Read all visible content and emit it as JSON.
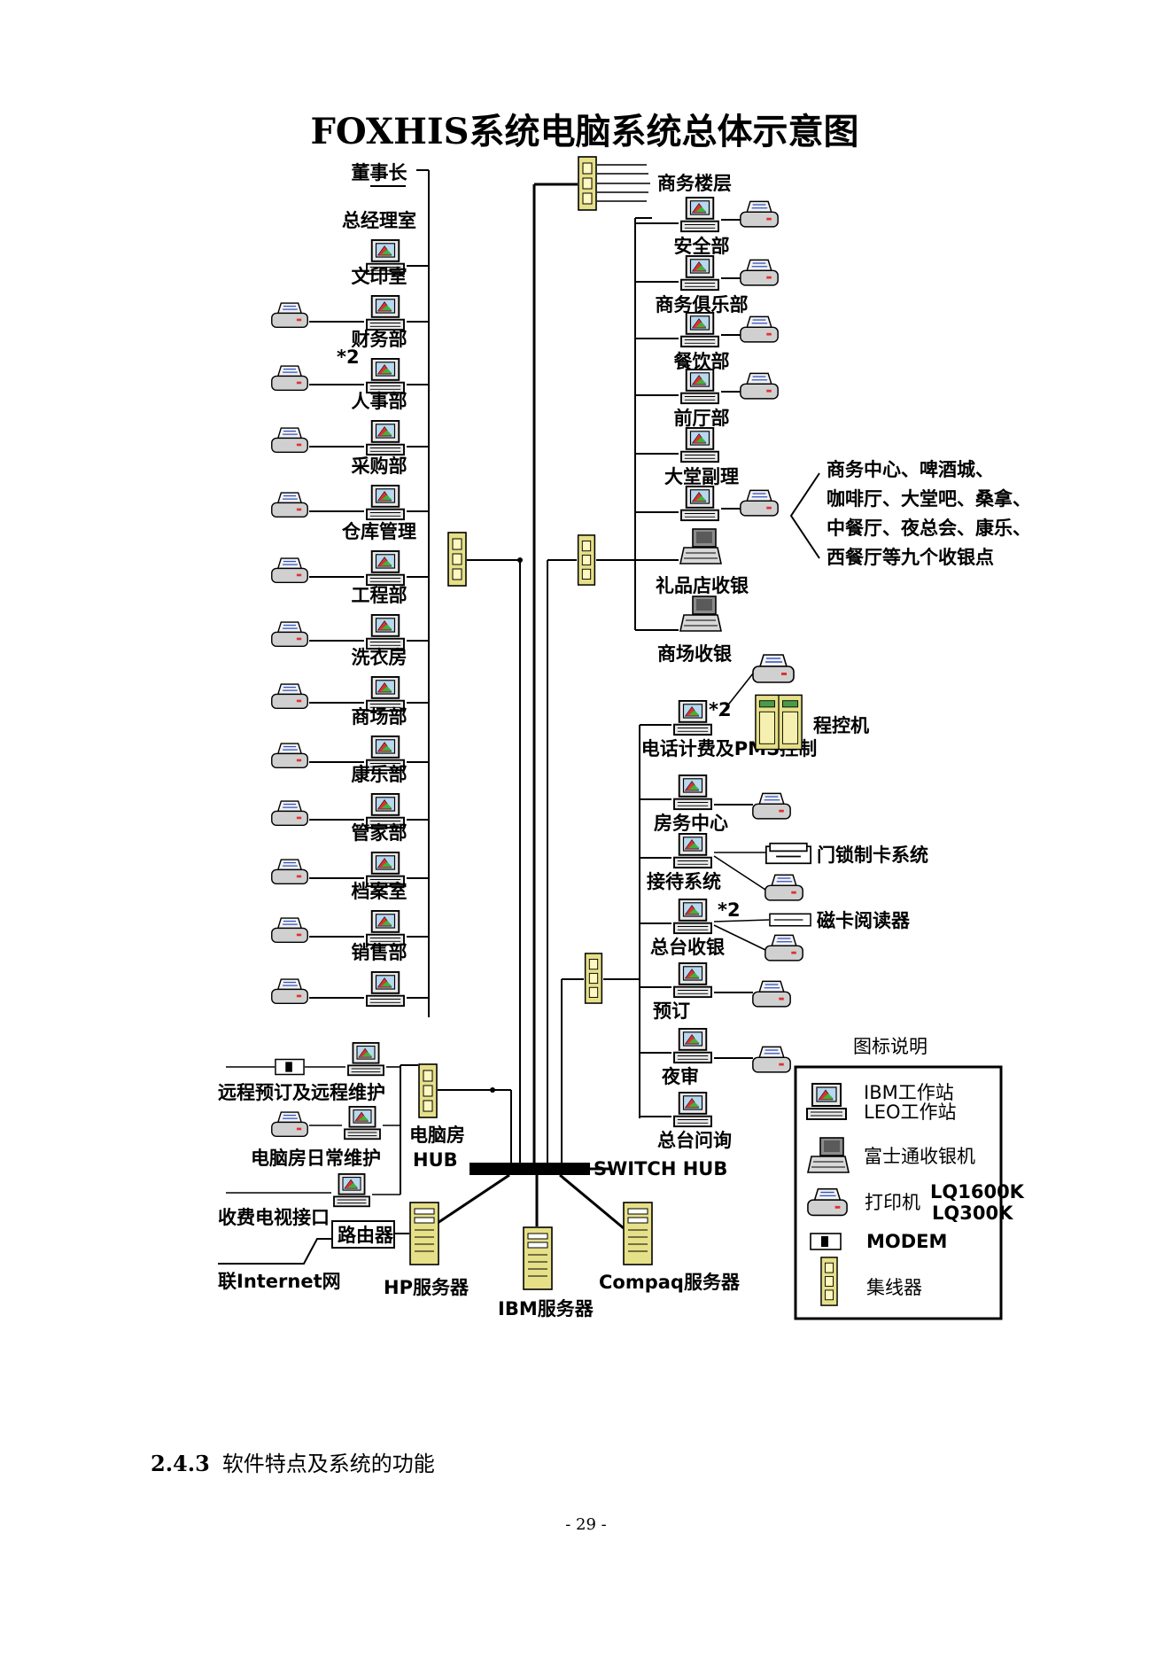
{
  "title": "FOXHIS系统电脑系统总体示意图",
  "left_departments": [
    "董事长",
    "总经理室",
    "文印室",
    "财务部",
    "人事部",
    "采购部",
    "仓库管理",
    "工程部",
    "洗衣房",
    "商场部",
    "康乐部",
    "管家部",
    "档案室",
    "销售部"
  ],
  "finance_mult": "*2",
  "right_top": {
    "floor_label": "商务楼层",
    "departments": [
      "安全部",
      "商务俱乐部",
      "餐饮部",
      "前厅部",
      "大堂副理"
    ],
    "gift_shop": "礼品店收银",
    "mall": "商场收银",
    "pos_points": [
      "商务中心、啤酒城、",
      "咖啡厅、大堂吧、桑拿、",
      "中餐厅、夜总会、康乐、",
      "西餐厅等九个收银点"
    ]
  },
  "right_bottom": {
    "phone_billing": "电话计费及PMS控制",
    "phone_mult": "*2",
    "pbx": "程控机",
    "housekeeping": "房务中心",
    "door_lock": "门锁制卡系统",
    "reception": "接待系统",
    "card_reader": "磁卡阅读器",
    "cashier": "总台收银",
    "cashier_mult": "*2",
    "booking": "预订",
    "night_audit": "夜审",
    "inquiry": "总台问询"
  },
  "machine_room": {
    "remote": "远程预订及远程维护",
    "daily": "电脑房日常维护",
    "tv": "收费电视接口",
    "router": "路由器",
    "internet": "联Internet网",
    "hub_line1": "电脑房",
    "hub_line2": "HUB",
    "switch": "SWITCH HUB",
    "hp_server": "HP服务器",
    "ibm_server": "IBM服务器",
    "compaq_server": "Compaq服务器"
  },
  "legend": {
    "title": "图标说明",
    "workstation_1": "IBM工作站",
    "workstation_2": "LEO工作站",
    "pos": "富士通收银机",
    "printer": "打印机",
    "printer_model_1": "LQ1600K",
    "printer_model_2": "LQ300K",
    "modem": "MODEM",
    "hub": "集线器"
  },
  "section": {
    "number": "2.4.3",
    "title": "软件特点及系统的功能"
  },
  "page_number": "- 29 -"
}
